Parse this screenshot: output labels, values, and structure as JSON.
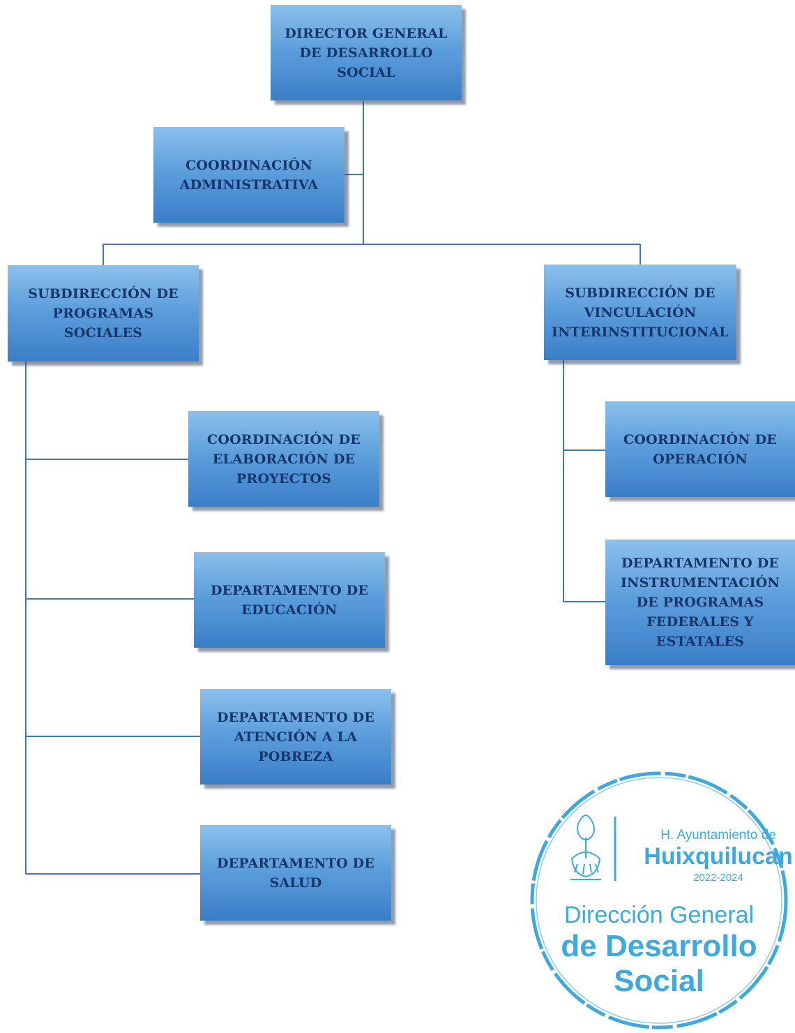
{
  "org_chart": {
    "director": "DIRECTOR GENERAL\nDE DESARROLLO\nSOCIAL",
    "coord_admin": "COORDINACIÓN\nADMINISTRATIVA",
    "sub_programas": "SUBDIRECCIÓN DE\nPROGRAMAS\nSOCIALES",
    "sub_vinculacion": "SUBDIRECCIÓN DE\nVINCULACIÓN\nINTERINSTITUCIONAL",
    "coord_proyectos": "COORDINACIÓN DE\nELABORACIÓN DE\nPROYECTOS",
    "dept_educacion": "DEPARTAMENTO DE\nEDUCACIÓN",
    "dept_pobreza": "DEPARTAMENTO DE\nATENCIÓN A LA\nPOBREZA",
    "dept_salud": "DEPARTAMENTO DE\nSALUD",
    "coord_operacion": "COORDINACIÓN DE\nOPERACIÓN",
    "dept_instrumentacion": "DEPARTAMENTO DE\nINSTRUMENTACIÓN\nDE PROGRAMAS\nFEDERALES Y\nESTATALES"
  },
  "stamp": {
    "line1": "H. Ayuntamiento de",
    "line2": "Huixquilucan",
    "line3": "2022-2024",
    "line4": "Dirección General",
    "line5": "de Desarrollo",
    "line6": "Social"
  },
  "colors": {
    "box_top": "#8cc0ec",
    "box_bottom": "#3a7ec8",
    "text": "#17356a",
    "connector": "#3f79b5",
    "stamp": "#2aa0dc"
  }
}
